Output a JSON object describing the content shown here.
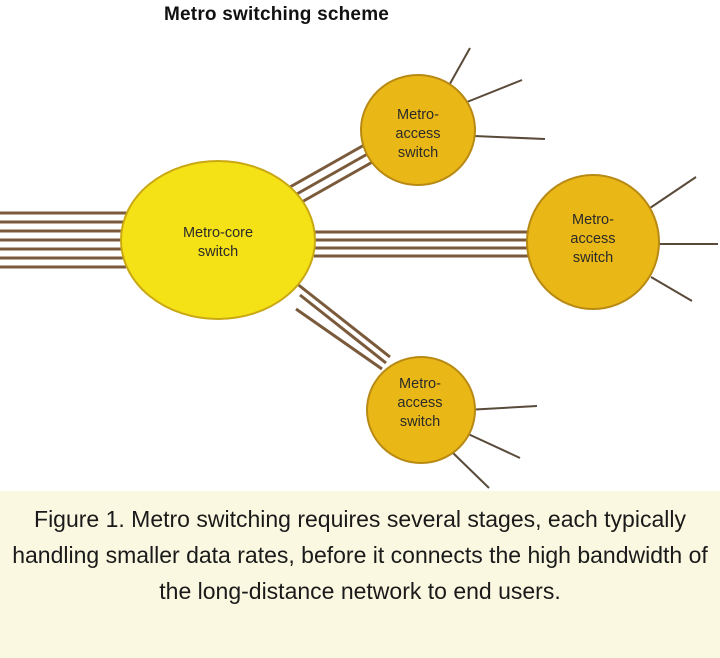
{
  "title": "Metro switching scheme",
  "nodes": {
    "core": {
      "lines": [
        "Metro-core",
        "switch"
      ]
    },
    "access_top": {
      "lines": [
        "Metro-",
        "access",
        "switch"
      ]
    },
    "access_right": {
      "lines": [
        "Metro-",
        "access",
        "switch"
      ]
    },
    "access_bottom": {
      "lines": [
        "Metro-",
        "access",
        "switch"
      ]
    }
  },
  "caption": "Figure 1. Metro switching requires several stages, each typically handling smaller data rates, before it connects the high bandwidth of the long-distance network to end users.",
  "colors": {
    "core_fill": "#f5e216",
    "access_fill": "#eab816",
    "node_stroke": "#b88a14",
    "trunk_line": "#7a5a3a",
    "end_user_line": "#5a4a3a",
    "caption_background": "#fbf8e1"
  }
}
